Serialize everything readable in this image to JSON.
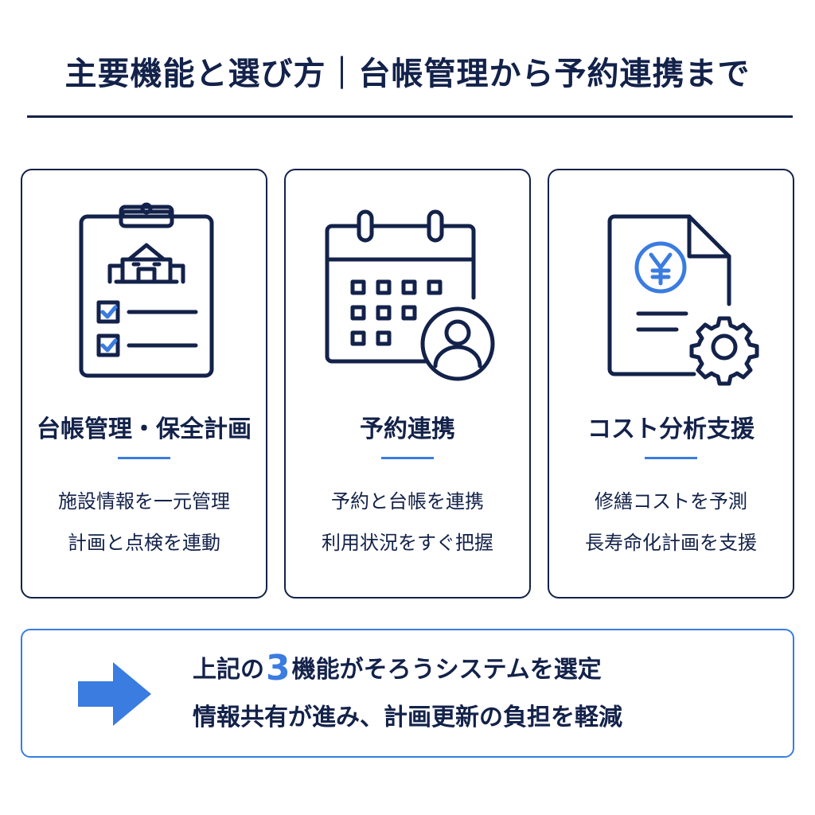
{
  "header": {
    "title": "主要機能と選び方｜台帳管理から予約連携まで"
  },
  "colors": {
    "navy": "#13224a",
    "accent": "#3a7ce0"
  },
  "cards": [
    {
      "icon": "clipboard-building-checklist-icon",
      "title": "台帳管理・保全計画",
      "lines": [
        "施設情報を一元管理",
        "計画と点検を連動"
      ]
    },
    {
      "icon": "calendar-user-icon",
      "title": "予約連携",
      "lines": [
        "予約と台帳を連携",
        "利用状況をすぐ把握"
      ]
    },
    {
      "icon": "yen-document-gear-icon",
      "title": "コスト分析支援",
      "lines": [
        "修繕コストを予測",
        "長寿命化計画を支援"
      ]
    }
  ],
  "summary": {
    "icon": "arrow-right-icon",
    "line1_before": "上記の",
    "line1_number": "3",
    "line1_after": "機能がそろうシステムを選定",
    "line2": "情報共有が進み、計画更新の負担を軽減"
  }
}
